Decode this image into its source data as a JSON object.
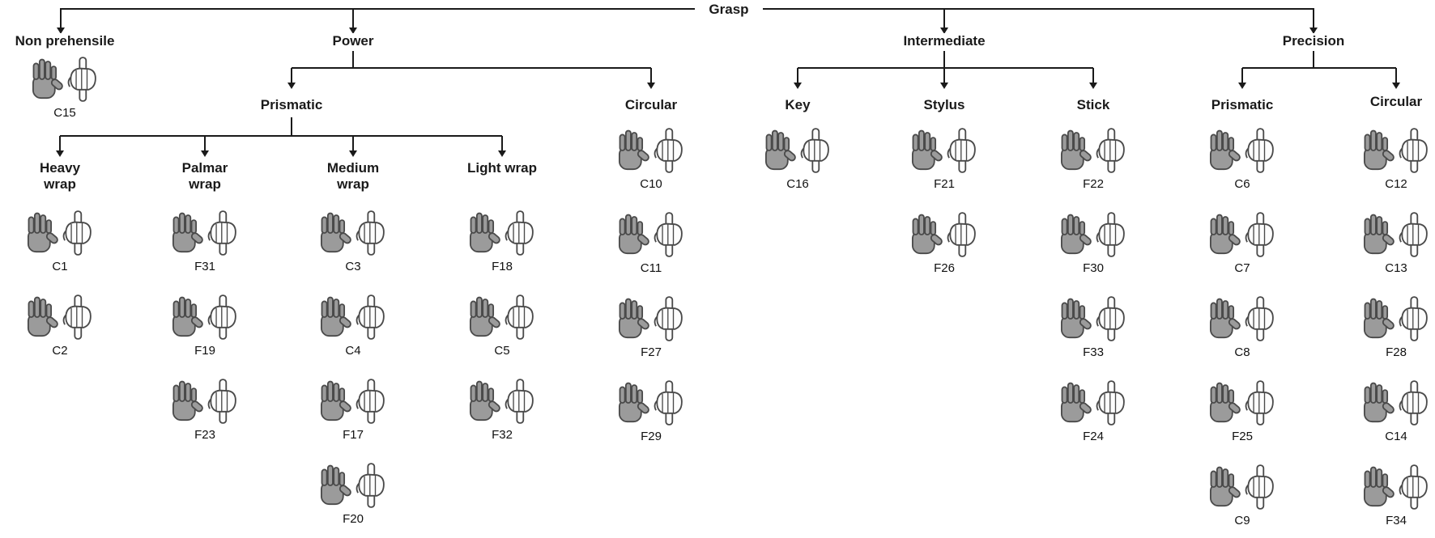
{
  "diagram": {
    "root": "Grasp",
    "colors": {
      "line": "#1a1a1a",
      "hand_fill": "#9b9b9b",
      "hand_stroke": "#4a4a4a"
    },
    "nodes": {
      "non_prehensile": {
        "label": "Non prehensile",
        "items": [
          "C15"
        ]
      },
      "power": {
        "label": "Power",
        "prismatic": {
          "label": "Prismatic",
          "heavy_wrap": {
            "label": "Heavy wrap",
            "items": [
              "C1",
              "C2"
            ]
          },
          "palmar_wrap": {
            "label": "Palmar wrap",
            "items": [
              "F31",
              "F19",
              "F23"
            ]
          },
          "medium_wrap": {
            "label": "Medium wrap",
            "items": [
              "C3",
              "C4",
              "F17",
              "F20"
            ]
          },
          "light_wrap": {
            "label": "Light wrap",
            "items": [
              "F18",
              "C5",
              "F32"
            ]
          }
        },
        "circular": {
          "label": "Circular",
          "items": [
            "C10",
            "C11",
            "F27",
            "F29"
          ]
        }
      },
      "intermediate": {
        "label": "Intermediate",
        "key": {
          "label": "Key",
          "items": [
            "C16"
          ]
        },
        "stylus": {
          "label": "Stylus",
          "items": [
            "F21",
            "F26"
          ]
        },
        "stick": {
          "label": "Stick",
          "items": [
            "F22",
            "F30",
            "F33",
            "F24"
          ]
        }
      },
      "precision": {
        "label": "Precision",
        "prismatic": {
          "label": "Prismatic",
          "items": [
            "C6",
            "C7",
            "C8",
            "F25",
            "C9"
          ]
        },
        "circular": {
          "label": "Circular",
          "items": [
            "C12",
            "C13",
            "F28",
            "C14",
            "F34"
          ]
        }
      }
    }
  }
}
